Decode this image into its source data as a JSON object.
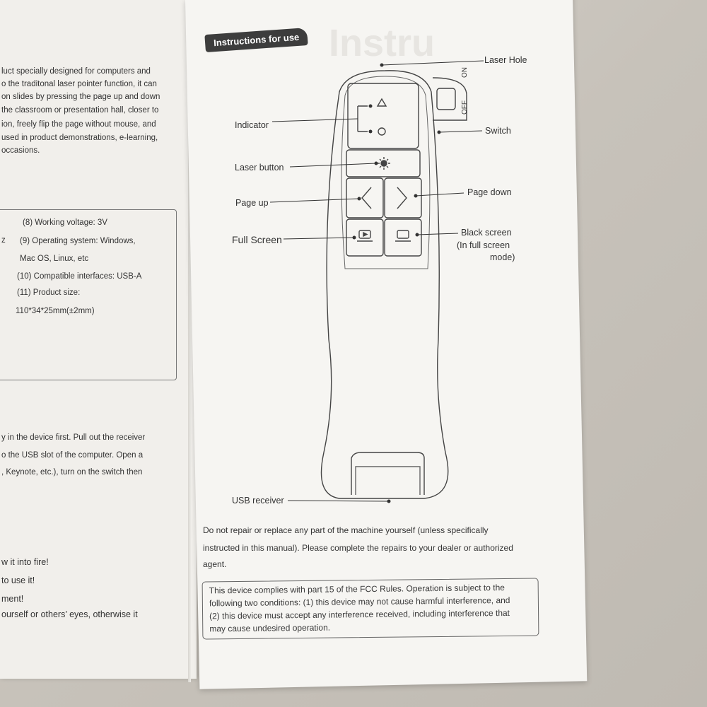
{
  "left_page": {
    "intro_lines": [
      "luct specially designed for computers and",
      "o the traditonal laser pointer function, it can",
      "on slides by pressing the page up and down",
      "the classroom or presentation hall, closer to",
      "ion, freely flip the page without mouse, and",
      "used in product demonstrations, e-learning,",
      "occasions."
    ],
    "spec_lines": [
      "(8) Working voltage: 3V",
      "(9) Operating system: Windows,",
      "Mac OS, Linux, etc",
      "(10) Compatible interfaces: USB-A",
      "(11) Product size:",
      "110*34*25mm(±2mm)"
    ],
    "spec_prefix": "z",
    "usage_lines": [
      "y in the device first. Pull out the receiver",
      "o the USB slot of the computer. Open a",
      ", Keynote, etc.), turn on the switch then"
    ],
    "warning_lines": [
      "w it into fire!",
      "to use it!",
      "ment!",
      "ourself or others’  eyes, otherwise it"
    ]
  },
  "right_page": {
    "tag": "Instructions for use",
    "watermark": "Instru",
    "labels": {
      "laser_hole": "Laser Hole",
      "indicator": "Indicator",
      "switch": "Switch",
      "switch_on": "ON",
      "switch_off": "OFF",
      "laser_button": "Laser button",
      "page_up": "Page up",
      "page_down": "Page down",
      "full_screen": "Full Screen",
      "black_screen_1": "Black screen",
      "black_screen_2": "(In full screen",
      "black_screen_3": "mode)",
      "usb_receiver": "USB receiver"
    },
    "repair_lines": [
      "Do not repair or replace any part of the machine yourself (unless specifically",
      "instructed in this manual). Please complete the repairs to your dealer or authorized",
      "agent."
    ],
    "fcc_lines": [
      "This device complies with part 15 of the FCC Rules. Operation is subject to the",
      "following two conditions: (1) this device may not cause harmful interference, and",
      "(2) this device must accept any interference received, including interference that",
      "may cause undesired operation."
    ]
  }
}
